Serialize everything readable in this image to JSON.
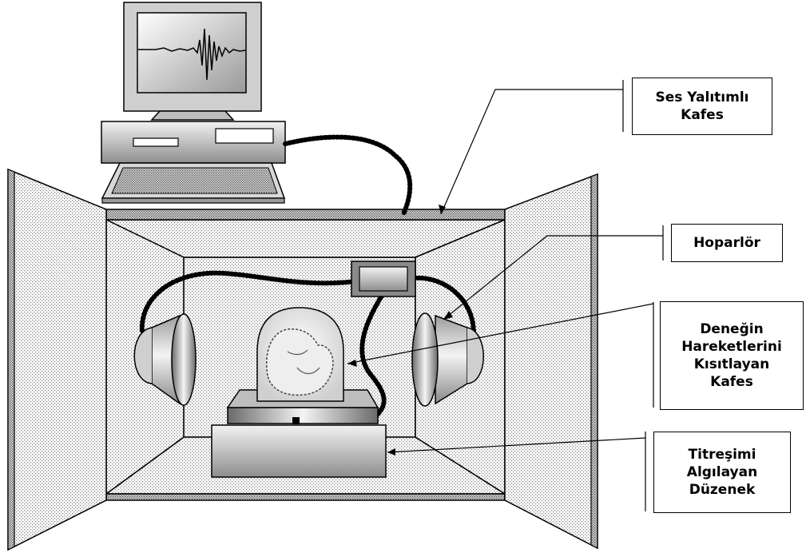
{
  "labels": {
    "cage": [
      "Ses Yalıtımlı",
      "Kafes"
    ],
    "speaker": [
      "Hoparlör"
    ],
    "restrainer": [
      "Deneğin",
      "Hareketlerini",
      "Kısıtlayan",
      "Kafes"
    ],
    "sensor": [
      "Titreşimi",
      "Algılayan",
      "Düzenek"
    ]
  }
}
